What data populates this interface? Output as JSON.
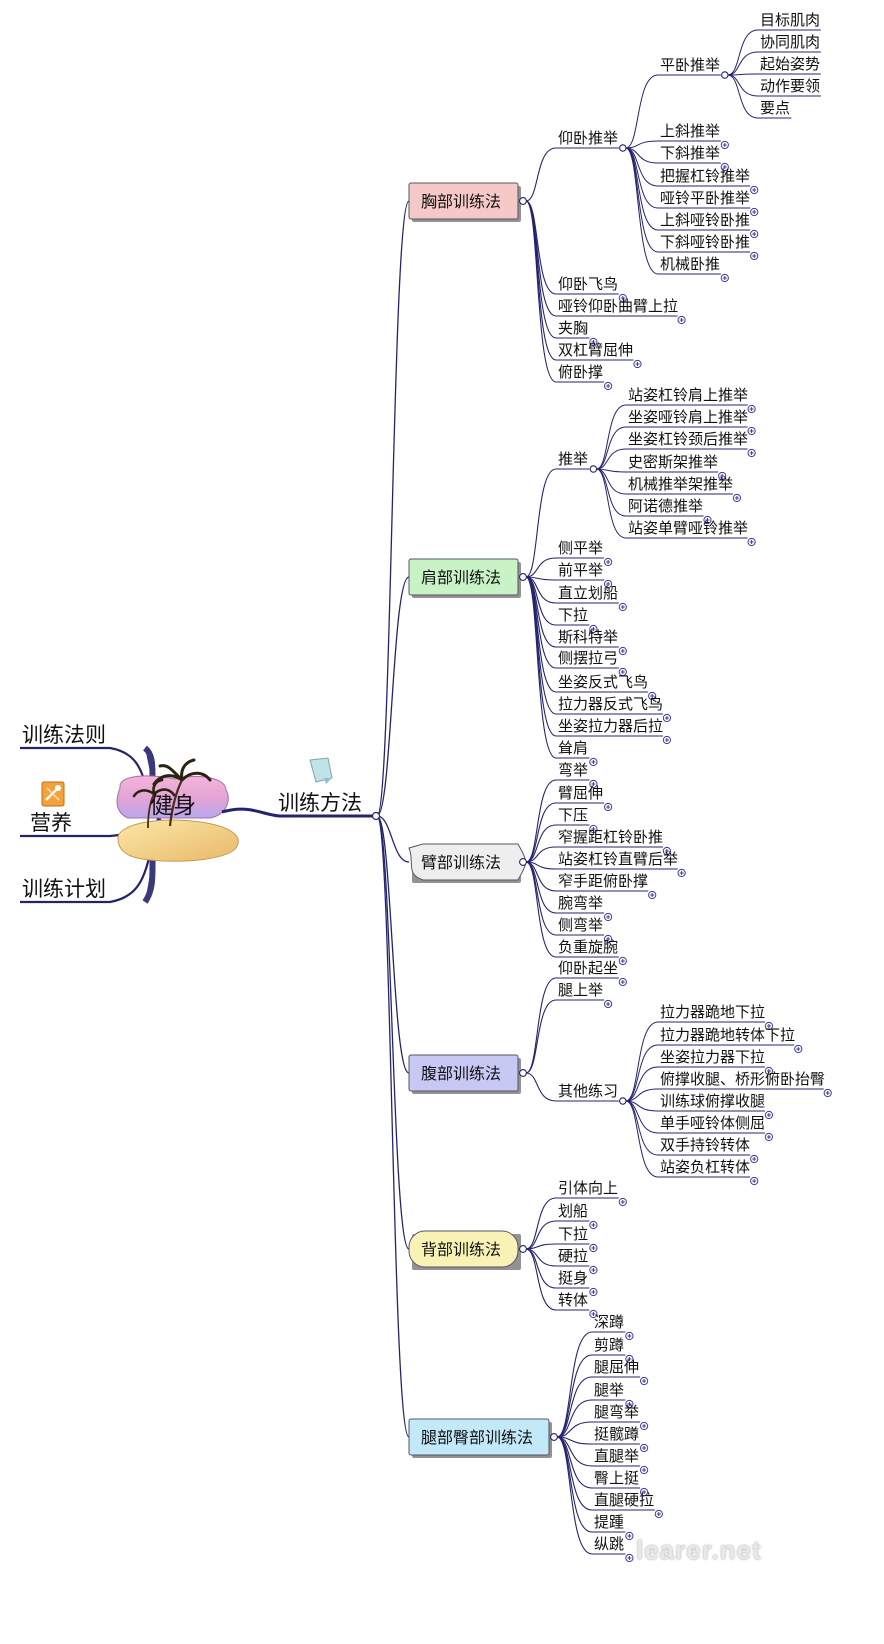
{
  "root": {
    "label": "健身",
    "left_branches": [
      "训练法则",
      "营养",
      "训练计划"
    ],
    "right_label": "训练方法"
  },
  "colors": {
    "line": "#24246e",
    "node_border": "#555566",
    "chest": "#f6c9c9",
    "shoulder": "#c9f2c6",
    "arm": "#eeeeee",
    "abs": "#c8c8f4",
    "back": "#f8f3b4",
    "leg": "#c3e8f8",
    "expand": "#3a3aa0"
  },
  "categories": [
    {
      "label": "胸部训练法",
      "color_key": "chest",
      "items": [
        {
          "label": "仰卧推举",
          "children": [
            {
              "label": "平卧推举",
              "children": [
                "目标肌肉",
                "协同肌肉",
                "起始姿势",
                "动作要领",
                "要点"
              ]
            },
            {
              "label": "上斜推举"
            },
            {
              "label": "下斜推举"
            },
            {
              "label": "把握杠铃推举"
            },
            {
              "label": "哑铃平卧推举"
            },
            {
              "label": "上斜哑铃卧推"
            },
            {
              "label": "下斜哑铃卧推"
            },
            {
              "label": "机械卧推"
            }
          ]
        },
        {
          "label": "仰卧飞鸟"
        },
        {
          "label": "哑铃仰卧曲臂上拉"
        },
        {
          "label": "夹胸"
        },
        {
          "label": "双杠臂屈伸"
        },
        {
          "label": "俯卧撑"
        }
      ]
    },
    {
      "label": "肩部训练法",
      "color_key": "shoulder",
      "items": [
        {
          "label": "推举",
          "children": [
            {
              "label": "站姿杠铃肩上推举"
            },
            {
              "label": "坐姿哑铃肩上推举"
            },
            {
              "label": "坐姿杠铃颈后推举"
            },
            {
              "label": "史密斯架推举"
            },
            {
              "label": "机械推举架推举"
            },
            {
              "label": "阿诺德推举"
            },
            {
              "label": "站姿单臂哑铃推举"
            }
          ]
        },
        {
          "label": "侧平举"
        },
        {
          "label": "前平举"
        },
        {
          "label": "直立划船"
        },
        {
          "label": "下拉"
        },
        {
          "label": "斯科特举"
        },
        {
          "label": "侧摆拉弓"
        },
        {
          "label": "坐姿反式飞鸟"
        },
        {
          "label": "拉力器反式飞鸟"
        },
        {
          "label": "坐姿拉力器后拉"
        },
        {
          "label": "耸肩"
        }
      ]
    },
    {
      "label": "臂部训练法",
      "color_key": "arm",
      "items": [
        {
          "label": "弯举"
        },
        {
          "label": "臂屈伸"
        },
        {
          "label": "下压"
        },
        {
          "label": "窄握距杠铃卧推"
        },
        {
          "label": "站姿杠铃直臂后举"
        },
        {
          "label": "窄手距俯卧撑"
        },
        {
          "label": "腕弯举"
        },
        {
          "label": "侧弯举"
        },
        {
          "label": "负重旋腕"
        }
      ]
    },
    {
      "label": "腹部训练法",
      "color_key": "abs",
      "items": [
        {
          "label": "仰卧起坐"
        },
        {
          "label": "腿上举"
        },
        {
          "label": "其他练习",
          "children": [
            {
              "label": "拉力器跪地下拉"
            },
            {
              "label": "拉力器跪地转体下拉"
            },
            {
              "label": "坐姿拉力器下拉"
            },
            {
              "label": "俯撑收腿、桥形俯卧抬臀"
            },
            {
              "label": "训练球俯撑收腿"
            },
            {
              "label": "单手哑铃体侧屈"
            },
            {
              "label": "双手持铃转体"
            },
            {
              "label": "站姿负杠转体"
            }
          ]
        }
      ]
    },
    {
      "label": "背部训练法",
      "color_key": "back",
      "items": [
        {
          "label": "引体向上"
        },
        {
          "label": "划船"
        },
        {
          "label": "下拉"
        },
        {
          "label": "硬拉"
        },
        {
          "label": "挺身"
        },
        {
          "label": "转体"
        }
      ]
    },
    {
      "label": "腿部臀部训练法",
      "color_key": "leg",
      "items": [
        {
          "label": "深蹲"
        },
        {
          "label": "剪蹲"
        },
        {
          "label": "腿屈伸"
        },
        {
          "label": "腿举"
        },
        {
          "label": "腿弯举"
        },
        {
          "label": "挺髋蹲"
        },
        {
          "label": "直腿举"
        },
        {
          "label": "臀上挺"
        },
        {
          "label": "直腿硬拉"
        },
        {
          "label": "提踵"
        },
        {
          "label": "纵跳"
        }
      ]
    }
  ],
  "watermark": "learer.net"
}
